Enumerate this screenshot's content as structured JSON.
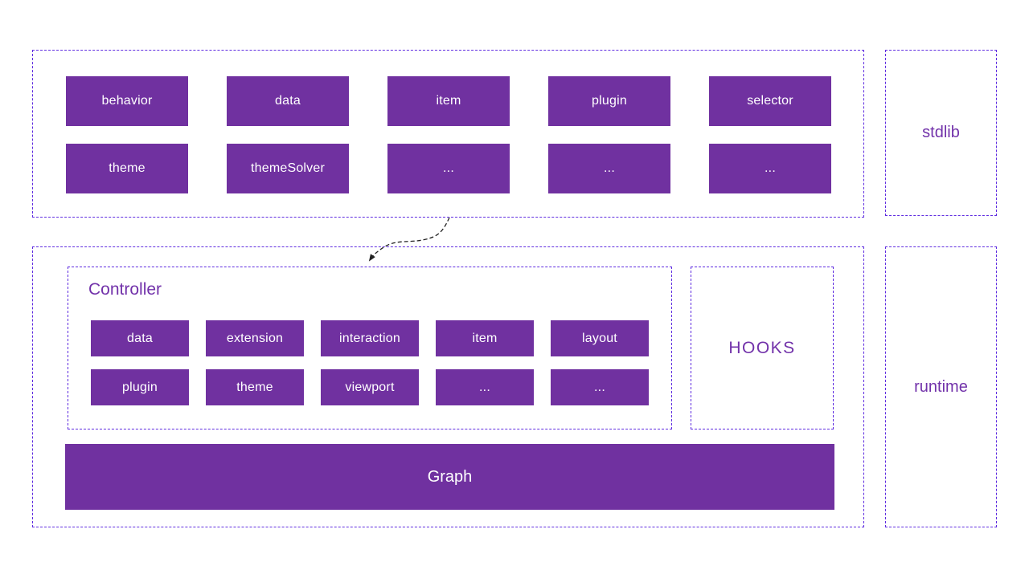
{
  "palette": {
    "block_fill": "#7031a0",
    "dashed_border": "#5f2ce0",
    "label_text": "#7232aa",
    "block_text": "#ffffff",
    "arrow": "#222222"
  },
  "stdlib_section": {
    "label": "stdlib",
    "modules": [
      "behavior",
      "data",
      "item",
      "plugin",
      "selector",
      "theme",
      "themeSolver",
      "...",
      "...",
      "..."
    ]
  },
  "runtime_section": {
    "label": "runtime",
    "controller": {
      "title": "Controller",
      "modules": [
        "data",
        "extension",
        "interaction",
        "item",
        "layout",
        "plugin",
        "theme",
        "viewport",
        "...",
        "..."
      ]
    },
    "hooks_label": "HOOKS",
    "graph_label": "Graph"
  }
}
